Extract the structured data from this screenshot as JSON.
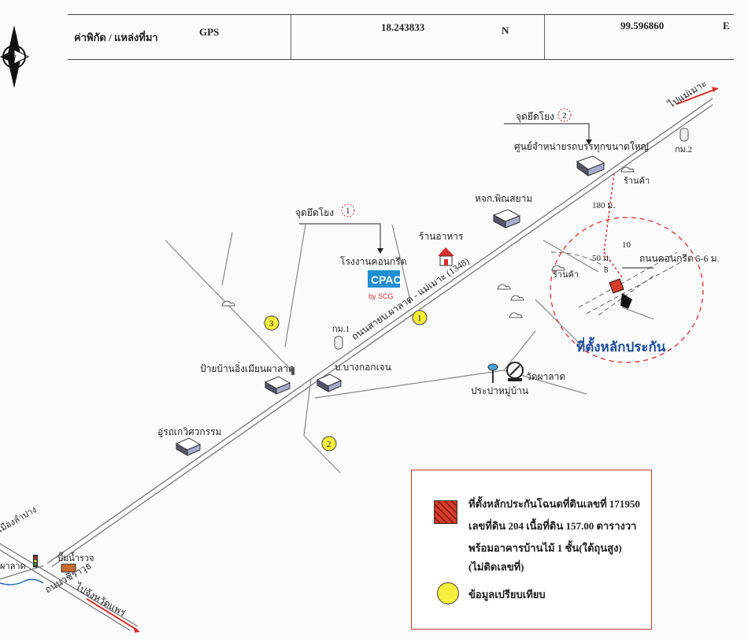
{
  "header": {
    "coord_label": "ค่าพิกัด / แหล่งที่มา",
    "source": "GPS",
    "latitude": "18.243833",
    "lat_dir": "N",
    "longitude": "99.596860",
    "lon_dir": "E"
  },
  "compass": {
    "letter": "N"
  },
  "map": {
    "dest_top_right": "ไปแม่เมาะ",
    "dest_bottom_left": "ไปจังหวัดแพร่",
    "road_main": "ถนนสายบ.ผาลาด - แม่เมาะ (1348)",
    "road_bottom": "ถนนวชิราวุธ",
    "road_concrete": "ถนนคอนกรีต 5-6 ม.",
    "ref_point_1": "จุดยึดโยง",
    "ref_point_1_num": "1",
    "ref_point_2": "จุดยึดโยง",
    "ref_point_2_num": "2",
    "cpac_factory": "โรงงานคอนกรีต",
    "cpac_logo": "CPAC",
    "scg_logo": "by SCG",
    "restaurant": "ร้านอาหาร",
    "hardware_store": "หจก.พิณสยาม",
    "construction_center": "ศูนย์จำหน่ายรถบรรทุกขนาดใหญ่",
    "shop_1": "ร้านค้า",
    "shop_2": "ร้านค้า",
    "km_1": "กม.1",
    "km_2": "กม.2",
    "village_sign": "ป้ายบ้านอิ่งเมียนผาลาด",
    "village_house": "บ.บางกอกเจน",
    "water_supply": "ประปาหมู่บ้าน",
    "temple": "วัดผาลาด",
    "garage": "อู่รถเกวิศวกรรม",
    "gas_station": "ปั๊มน้ำรวจ",
    "left_dest_1": "เมืองลำปาง",
    "left_dest_2": "ผาลาด",
    "dist_180": "180 ม.",
    "dist_50": "50 ม.",
    "dist_10": "10",
    "dist_8": "8",
    "collateral_label": "ที่ตั้งหลักประกัน",
    "comp_1": "1",
    "comp_2": "2",
    "comp_3": "3"
  },
  "legend": {
    "line1": "ที่ตั้งหลักประกันโฉนดที่ดินเลขที่ 171950",
    "line2": "เลขที่ดิน 204 เนื้อที่ดิน 157.00 ตารางวา",
    "line3": "พร้อมอาคารบ้านไม้ 1 ชั้น(ใต้ถุนสูง)",
    "line4": "(ไม่ติดเลขที่)",
    "comparison": "ข้อมูลเปรียบเทียบ"
  },
  "colors": {
    "collateral_red": "#d63c2a",
    "comparison_yellow": "#f6ee3c",
    "annotation_red": "#d9302a"
  }
}
